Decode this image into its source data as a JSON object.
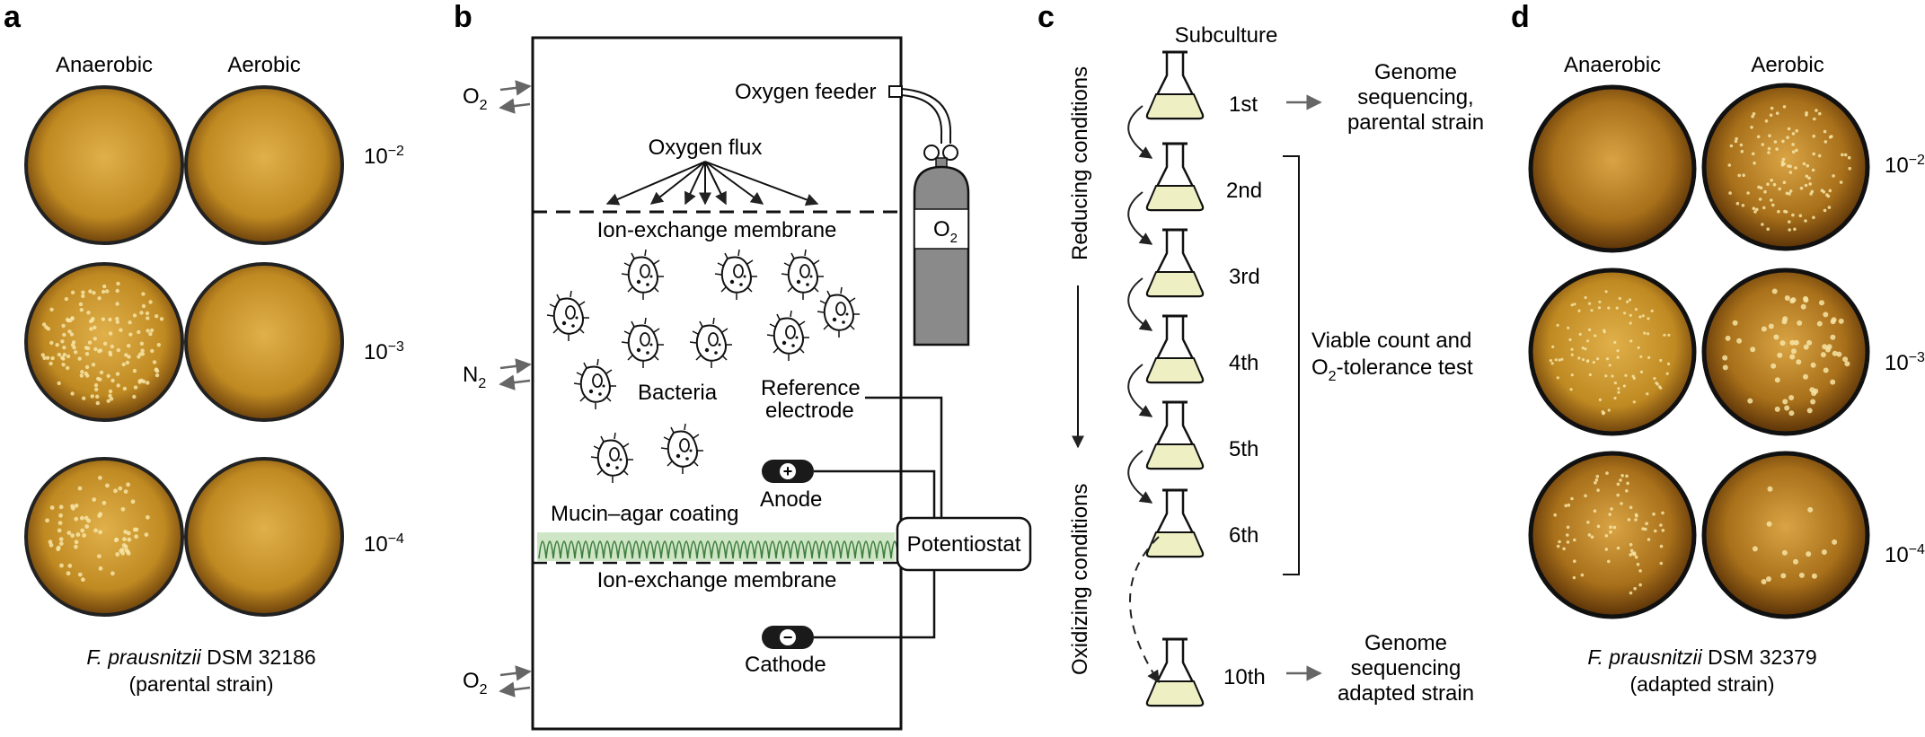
{
  "panels": {
    "a": {
      "label": "a",
      "col_headers": [
        "Anaerobic",
        "Aerobic"
      ],
      "dilutions": [
        {
          "base": "10",
          "exp": "−2"
        },
        {
          "base": "10",
          "exp": "−3"
        },
        {
          "base": "10",
          "exp": "−4"
        }
      ],
      "caption": {
        "species": "F. prausnitzii",
        "strain": "DSM 32186",
        "note": "(parental strain)"
      }
    },
    "b": {
      "label": "b",
      "gas_inlets": [
        {
          "base": "O",
          "sub": "2"
        },
        {
          "base": "N",
          "sub": "2"
        },
        {
          "base": "O",
          "sub": "2"
        }
      ],
      "oxygen_feeder": "Oxygen feeder",
      "oxygen_flux": "Oxygen flux",
      "membrane_top": "Ion-exchange membrane",
      "membrane_bottom": "Ion-exchange membrane",
      "cylinder": {
        "base": "O",
        "sub": "2"
      },
      "bacteria": "Bacteria",
      "reference_electrode_l1": "Reference",
      "reference_electrode_l2": "electrode",
      "anode": "Anode",
      "anode_sign": "+",
      "cathode": "Cathode",
      "cathode_sign": "−",
      "coating": "Mucin–agar coating",
      "potentiostat": "Potentiostat"
    },
    "c": {
      "label": "c",
      "title": "Subculture",
      "reducing": "Reducing conditions",
      "oxidizing": "Oxidizing conditions",
      "steps": [
        "1st",
        "2nd",
        "3rd",
        "4th",
        "5th",
        "6th",
        "10th"
      ],
      "genome_top": [
        "Genome",
        "sequencing,",
        "parental strain"
      ],
      "viable": [
        "Viable count and",
        "-tolerance test"
      ],
      "viable_o2": {
        "base": "O",
        "sub": "2"
      },
      "genome_bottom": [
        "Genome",
        "sequencing",
        "adapted strain"
      ]
    },
    "d": {
      "label": "d",
      "col_headers": [
        "Anaerobic",
        "Aerobic"
      ],
      "dilutions": [
        {
          "base": "10",
          "exp": "−2"
        },
        {
          "base": "10",
          "exp": "−3"
        },
        {
          "base": "10",
          "exp": "−4"
        }
      ],
      "caption": {
        "species": "F. prausnitzii",
        "strain": "DSM 32379",
        "note": "(adapted strain)"
      }
    }
  },
  "colors": {
    "agar": "#c9911f",
    "agar_dark": "#7a4a0c",
    "flask_fill": "#eef0c4",
    "coating": "#cfe6c6",
    "coating_line": "#3f7f3f",
    "cylinder": "#8a8a8a"
  }
}
